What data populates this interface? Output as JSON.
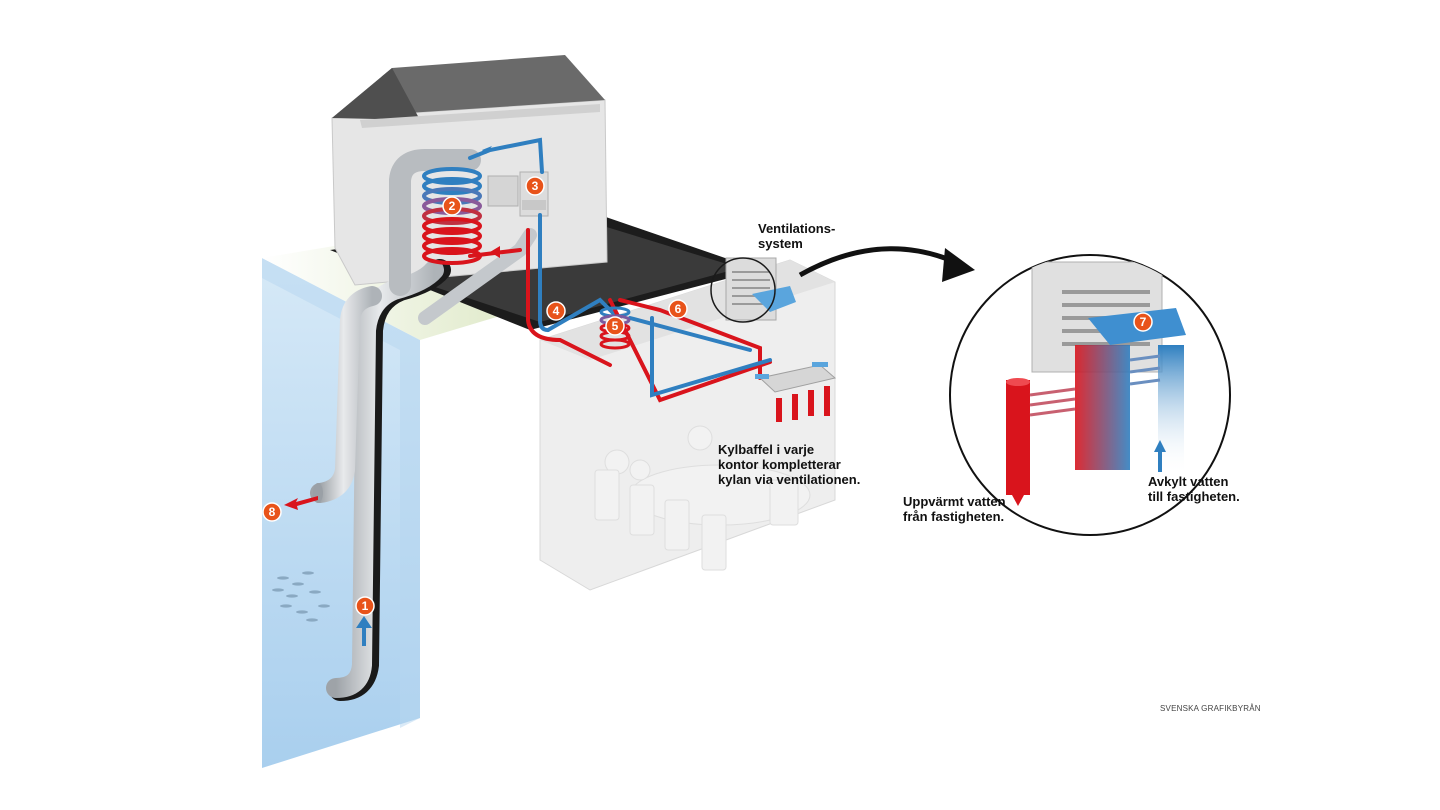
{
  "colors": {
    "hot": "#d9141c",
    "cold": "#2f7fc0",
    "pipe": "#c8ccd0",
    "badge": "#e8531a",
    "water": "#bcd9f0",
    "roof": "#6e6e6e",
    "wall": "#e4e4e4"
  },
  "labels": {
    "ventilation": "Ventilations-\nsystem",
    "chilled_beam": "Kylbaffel i varje\nkontor kompletterar\nkylan via ventilationen.",
    "heated_water": "Uppvärmt vatten\nfrån fastigheten.",
    "cooled_water": "Avkylt vatten\ntill fastigheten.",
    "credit": "SVENSKA GRAFIKBYRÅN"
  },
  "badges": [
    {
      "id": "1",
      "label": "1"
    },
    {
      "id": "2",
      "label": "2"
    },
    {
      "id": "3",
      "label": "3"
    },
    {
      "id": "4",
      "label": "4"
    },
    {
      "id": "5",
      "label": "5"
    },
    {
      "id": "6",
      "label": "6"
    },
    {
      "id": "7",
      "label": "7"
    },
    {
      "id": "8",
      "label": "8"
    }
  ]
}
